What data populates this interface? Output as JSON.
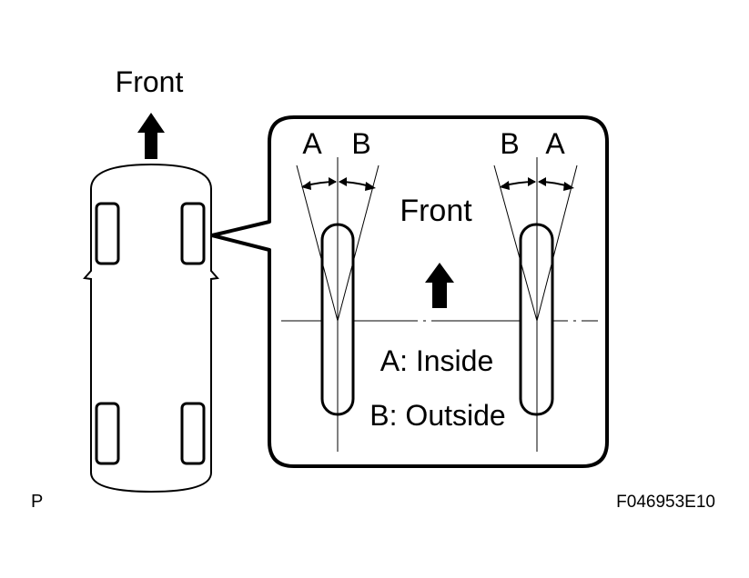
{
  "car": {
    "front_label": "Front"
  },
  "inset": {
    "left_wheel": {
      "label_inner": "A",
      "label_outer": "B"
    },
    "right_wheel": {
      "label_outer": "B",
      "label_inner": "A"
    },
    "front_label": "Front",
    "legend": {
      "a": "A: Inside",
      "b": "B: Outside"
    }
  },
  "footer": {
    "corner_mark": "P",
    "figure_id": "F046953E10"
  },
  "colors": {
    "ink": "#000000",
    "paper": "#ffffff"
  },
  "icons": {
    "car_arrow": "arrow-up-icon",
    "inset_arrow": "arrow-up-icon"
  }
}
